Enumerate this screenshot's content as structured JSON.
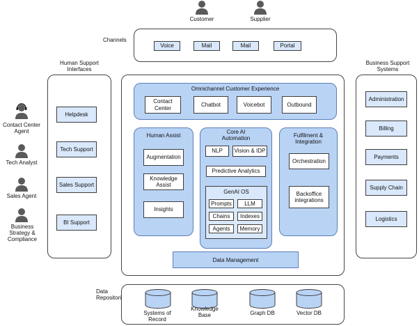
{
  "top_actors": [
    {
      "name": "customer",
      "label": "Customer",
      "icon": "person-icon"
    },
    {
      "name": "supplier",
      "label": "Supplier",
      "icon": "person-icon"
    }
  ],
  "channels": {
    "label": "Channels",
    "items": [
      "Voice",
      "Mail",
      "Mail",
      "Portal"
    ]
  },
  "human_support": {
    "title": "Human Support Interfaces",
    "items": [
      "Helpdesk",
      "Tech Support",
      "Sales Support",
      "BI Support"
    ]
  },
  "left_actors": [
    {
      "label": "Contact Center Agent",
      "icon": "headset-person-icon"
    },
    {
      "label": "Tech Analyst",
      "icon": "person-icon"
    },
    {
      "label": "Sales Agent",
      "icon": "person-icon"
    },
    {
      "label": "Business Strategy & Compliance",
      "icon": "person-icon"
    }
  ],
  "business_support": {
    "title": "Business Support Systems",
    "items": [
      "Administration",
      "Billing",
      "Payments",
      "Supply Chain",
      "Logistics"
    ]
  },
  "omnichannel": {
    "title": "Omnichannel Customer Experience",
    "items": [
      "Contact Center",
      "Chatbot",
      "Voicebot",
      "Outbound"
    ]
  },
  "human_assist": {
    "title": "Human Assist",
    "items": [
      "Augmentation",
      "Knowledge Assist",
      "Insights"
    ]
  },
  "core_ai": {
    "title": "Core AI Automation",
    "nlp": "NLP",
    "vision": "Vision & IDP",
    "predictive": "Predictive Analytics",
    "genai": {
      "title": "GenAI OS",
      "items": [
        "Prompts",
        "LLM",
        "Chains",
        "Indexes",
        "Agents",
        "Memory"
      ]
    }
  },
  "fulfilment": {
    "title": "Fulfilment & Integration",
    "items": [
      "Orchestration",
      "Backoffice integrations"
    ]
  },
  "data_management": "Data Management",
  "data_repositories": {
    "label": "Data Repositories",
    "items": [
      "Systems of Record",
      "Knowledge Base",
      "Graph DB",
      "Vector DB"
    ]
  },
  "colors": {
    "panel_blue": "#b9d3f5",
    "box_blue": "#d9e8fb",
    "icon_gray": "#5a5a5a"
  }
}
